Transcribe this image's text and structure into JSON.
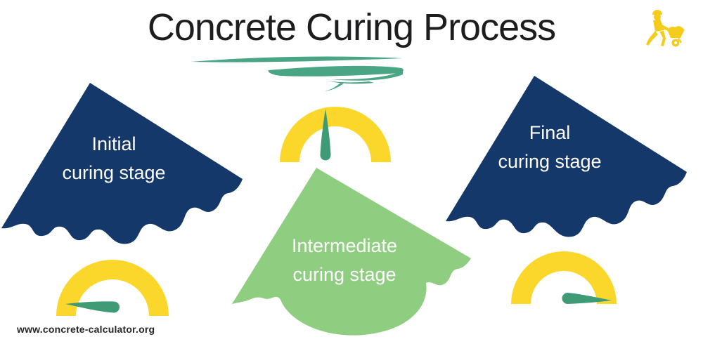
{
  "header": {
    "title": "Concrete Curing Process",
    "decoration": "green-brush-stroke-underline",
    "corner_icon": "worker-pushing-wheelbarrow"
  },
  "stages": [
    {
      "id": "initial",
      "line1": "Initial",
      "line2": "curing stage",
      "blob_color": "#14386A",
      "text_color": "#FFFFFF"
    },
    {
      "id": "intermediate",
      "line1": "Intermediate",
      "line2": "curing stage",
      "blob_color": "#8FCE80",
      "text_color": "#FFFFFF"
    },
    {
      "id": "final",
      "line1": "Final",
      "line2": "curing stage",
      "blob_color": "#14386A",
      "text_color": "#FFFFFF"
    }
  ],
  "gauges": [
    {
      "position": "top-center",
      "needle_direction": "up"
    },
    {
      "position": "bottom-left",
      "needle_direction": "left"
    },
    {
      "position": "bottom-right",
      "needle_direction": "right"
    }
  ],
  "footer": {
    "website": "www.concrete-calculator.org"
  },
  "colors": {
    "navy_blob": "#14386A",
    "green_blob": "#8FCE80",
    "gauge_yellow": "#FBD72B",
    "icon_yellow": "#F5CC1B",
    "needle_teal": "#3E9B75",
    "brush_teal": "#4AA585",
    "title_text": "#1D1D1F",
    "footer_text": "#262626",
    "background": "#FFFFFF"
  }
}
